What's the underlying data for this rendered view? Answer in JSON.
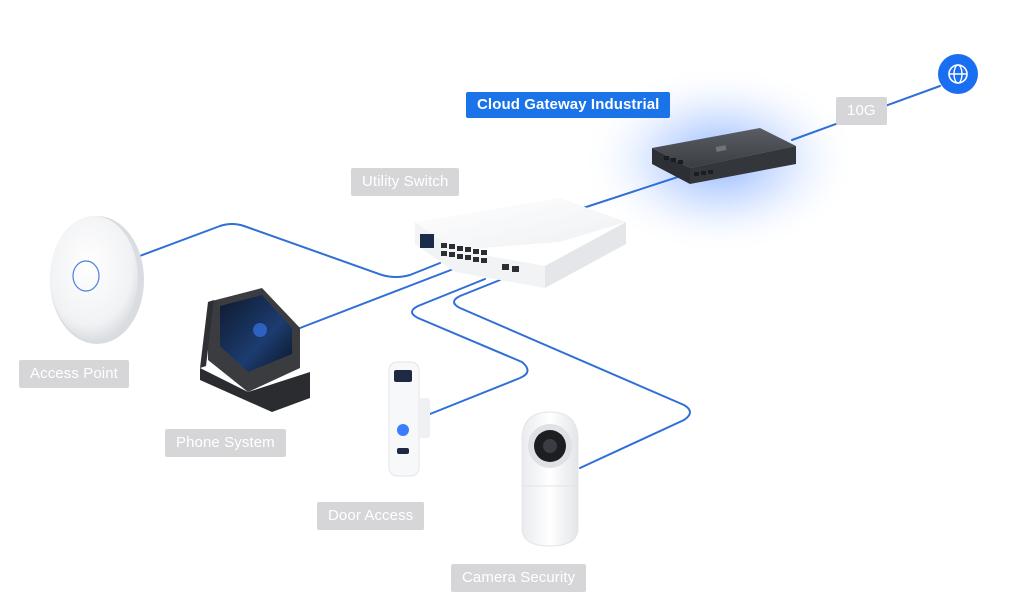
{
  "labels": {
    "gateway": "Cloud Gateway Industrial",
    "uplink": "10G",
    "switch": "Utility Switch",
    "access_point": "Access Point",
    "phone": "Phone System",
    "door": "Door Access",
    "camera": "Camera Security"
  },
  "colors": {
    "accent": "#1a73e8",
    "cable": "#2f6fd6",
    "label_bg": "#d6d6d8",
    "label_text": "#ffffff"
  },
  "icons": {
    "internet": "globe-icon"
  }
}
